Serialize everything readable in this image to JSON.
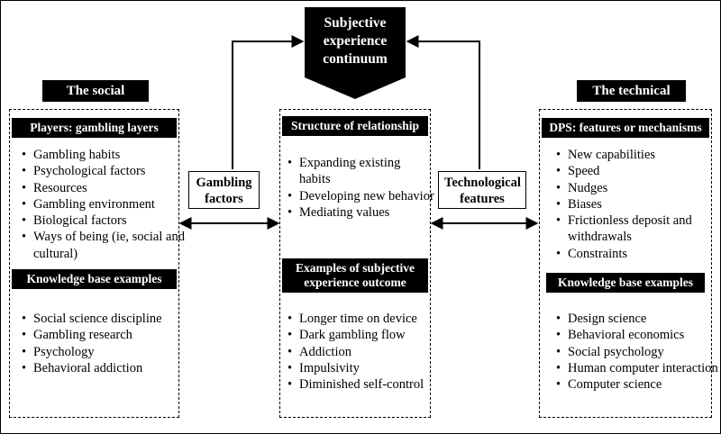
{
  "top": {
    "title": "Subjective experience continuum"
  },
  "left": {
    "heading": "The social",
    "section1": {
      "title": "Players: gambling layers",
      "items": [
        "Gambling habits",
        "Psychological factors",
        "Resources",
        "Gambling environment",
        "Biological factors",
        "Ways of being (ie, social and cultural)"
      ]
    },
    "section2": {
      "title": "Knowledge base examples",
      "items": [
        "Social science discipline",
        "Gambling research",
        "Psychology",
        "Behavioral addiction"
      ]
    }
  },
  "center": {
    "section1": {
      "title": "Structure of relationship",
      "items": [
        "Expanding existing habits",
        "Developing new behavior",
        "Mediating values"
      ]
    },
    "section2": {
      "title": "Examples of subjective experience outcome",
      "items": [
        "Longer time on device",
        "Dark gambling flow",
        "Addiction",
        "Impulsivity",
        "Diminished self-control"
      ]
    }
  },
  "right": {
    "heading": "The technical",
    "section1": {
      "title": "DPS: features or mechanisms",
      "items": [
        "New capabilities",
        "Speed",
        "Nudges",
        "Biases",
        "Frictionless deposit and withdrawals",
        "Constraints"
      ]
    },
    "section2": {
      "title": "Knowledge base examples",
      "items": [
        "Design science",
        "Behavioral economics",
        "Social psychology",
        "Human computer interaction",
        "Computer science"
      ]
    }
  },
  "connectors": {
    "left_label": "Gambling factors",
    "right_label": "Technological features"
  }
}
